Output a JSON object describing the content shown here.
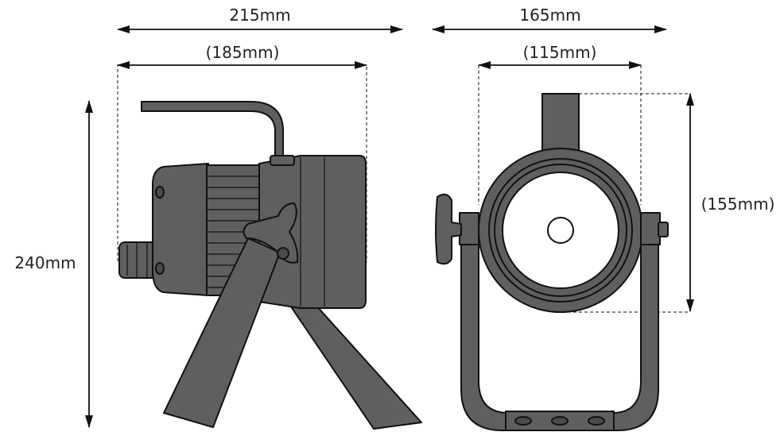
{
  "dimensions": {
    "side_width": "215mm",
    "side_inner_width": "(185mm)",
    "front_width": "165mm",
    "front_inner_width": "(115mm)",
    "front_inner_height": "(155mm)",
    "total_height": "240mm"
  },
  "colors": {
    "body_fill": "#5f5f5f",
    "outline": "#111111",
    "background": "#ffffff"
  }
}
